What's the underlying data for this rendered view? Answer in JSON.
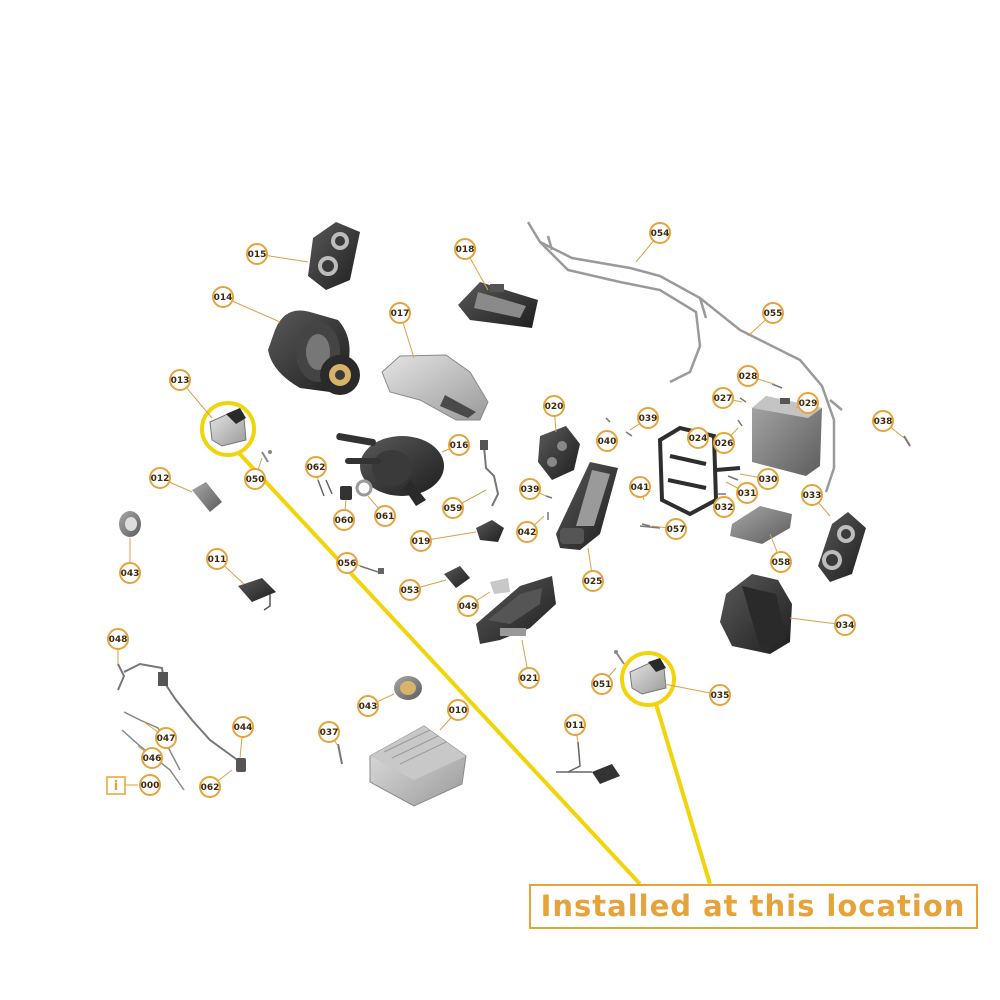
{
  "colors": {
    "callout_ring": "#e6a33a",
    "leader_line": "#d9a14a",
    "highlight": "#f2d40a",
    "banner_border": "#e6a33a",
    "banner_text": "#e6a33a",
    "part_dark": "#2e2e2e",
    "part_mid": "#7a7a7a",
    "part_light": "#c8c8c8"
  },
  "banner": {
    "text": "Installed at this location"
  },
  "info_icon": {
    "glyph": "i",
    "label": "000"
  },
  "callouts": [
    {
      "id": "c015",
      "label": "015"
    },
    {
      "id": "c014",
      "label": "014"
    },
    {
      "id": "c018",
      "label": "018"
    },
    {
      "id": "c054",
      "label": "054"
    },
    {
      "id": "c017",
      "label": "017"
    },
    {
      "id": "c055",
      "label": "055"
    },
    {
      "id": "c013",
      "label": "013"
    },
    {
      "id": "c028",
      "label": "028"
    },
    {
      "id": "c027",
      "label": "027"
    },
    {
      "id": "c029",
      "label": "029"
    },
    {
      "id": "c020",
      "label": "020"
    },
    {
      "id": "c039",
      "label": "039"
    },
    {
      "id": "c038",
      "label": "038"
    },
    {
      "id": "c040",
      "label": "040"
    },
    {
      "id": "c024",
      "label": "024"
    },
    {
      "id": "c026",
      "label": "026"
    },
    {
      "id": "c016",
      "label": "016"
    },
    {
      "id": "c030",
      "label": "030"
    },
    {
      "id": "c062a",
      "label": "062"
    },
    {
      "id": "c012",
      "label": "012"
    },
    {
      "id": "c050",
      "label": "050"
    },
    {
      "id": "c041",
      "label": "041"
    },
    {
      "id": "c031",
      "label": "031"
    },
    {
      "id": "c033",
      "label": "033"
    },
    {
      "id": "c039b",
      "label": "039"
    },
    {
      "id": "c059",
      "label": "059"
    },
    {
      "id": "c032",
      "label": "032"
    },
    {
      "id": "c060",
      "label": "060"
    },
    {
      "id": "c061",
      "label": "061"
    },
    {
      "id": "c057",
      "label": "057"
    },
    {
      "id": "c042",
      "label": "042"
    },
    {
      "id": "c043a",
      "label": "043"
    },
    {
      "id": "c019",
      "label": "019"
    },
    {
      "id": "c058",
      "label": "058"
    },
    {
      "id": "c011a",
      "label": "011"
    },
    {
      "id": "c056",
      "label": "056"
    },
    {
      "id": "c025",
      "label": "025"
    },
    {
      "id": "c053",
      "label": "053"
    },
    {
      "id": "c049",
      "label": "049"
    },
    {
      "id": "c034",
      "label": "034"
    },
    {
      "id": "c048",
      "label": "048"
    },
    {
      "id": "c021",
      "label": "021"
    },
    {
      "id": "c051",
      "label": "051"
    },
    {
      "id": "c035",
      "label": "035"
    },
    {
      "id": "c043b",
      "label": "043"
    },
    {
      "id": "c010",
      "label": "010"
    },
    {
      "id": "c044",
      "label": "044"
    },
    {
      "id": "c037",
      "label": "037"
    },
    {
      "id": "c011b",
      "label": "011"
    },
    {
      "id": "c047",
      "label": "047"
    },
    {
      "id": "c046",
      "label": "046"
    },
    {
      "id": "c062b",
      "label": "062"
    }
  ]
}
